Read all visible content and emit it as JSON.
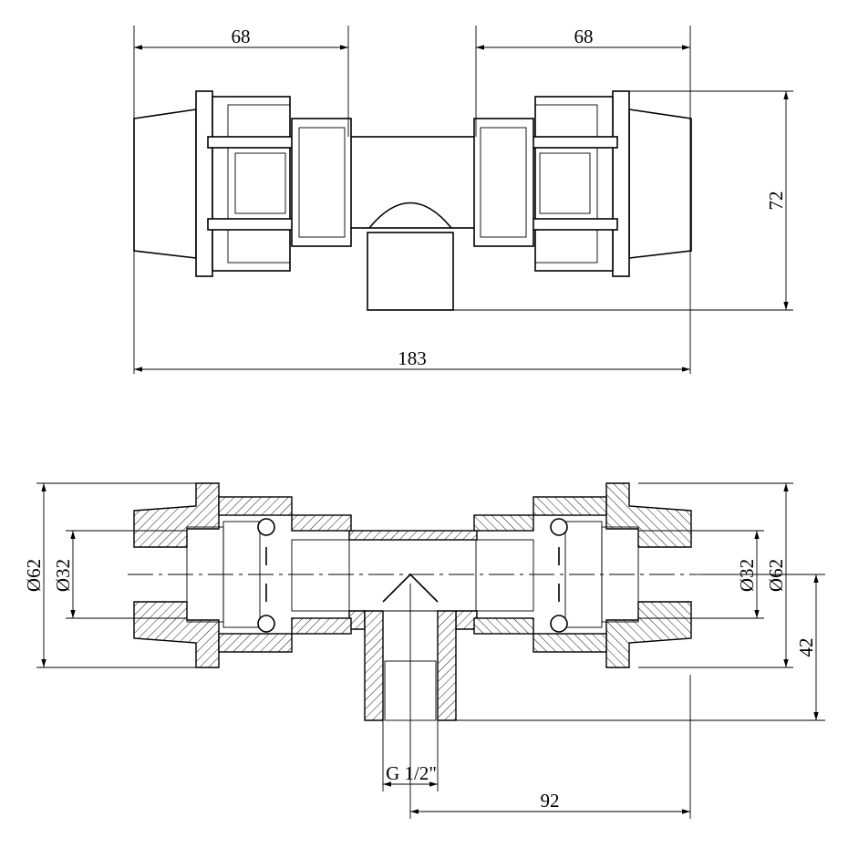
{
  "top_view": {
    "dim_left_length": "68",
    "dim_right_length": "68",
    "dim_height": "72",
    "dim_total_length": "183"
  },
  "section_view": {
    "dim_left_outer_diameter": "Ø62",
    "dim_left_inner_diameter": "Ø32",
    "dim_right_inner_diameter": "Ø32",
    "dim_right_outer_diameter": "Ø62",
    "dim_branch_height": "42",
    "dim_thread": "G 1/2\"",
    "dim_half_length": "92"
  }
}
